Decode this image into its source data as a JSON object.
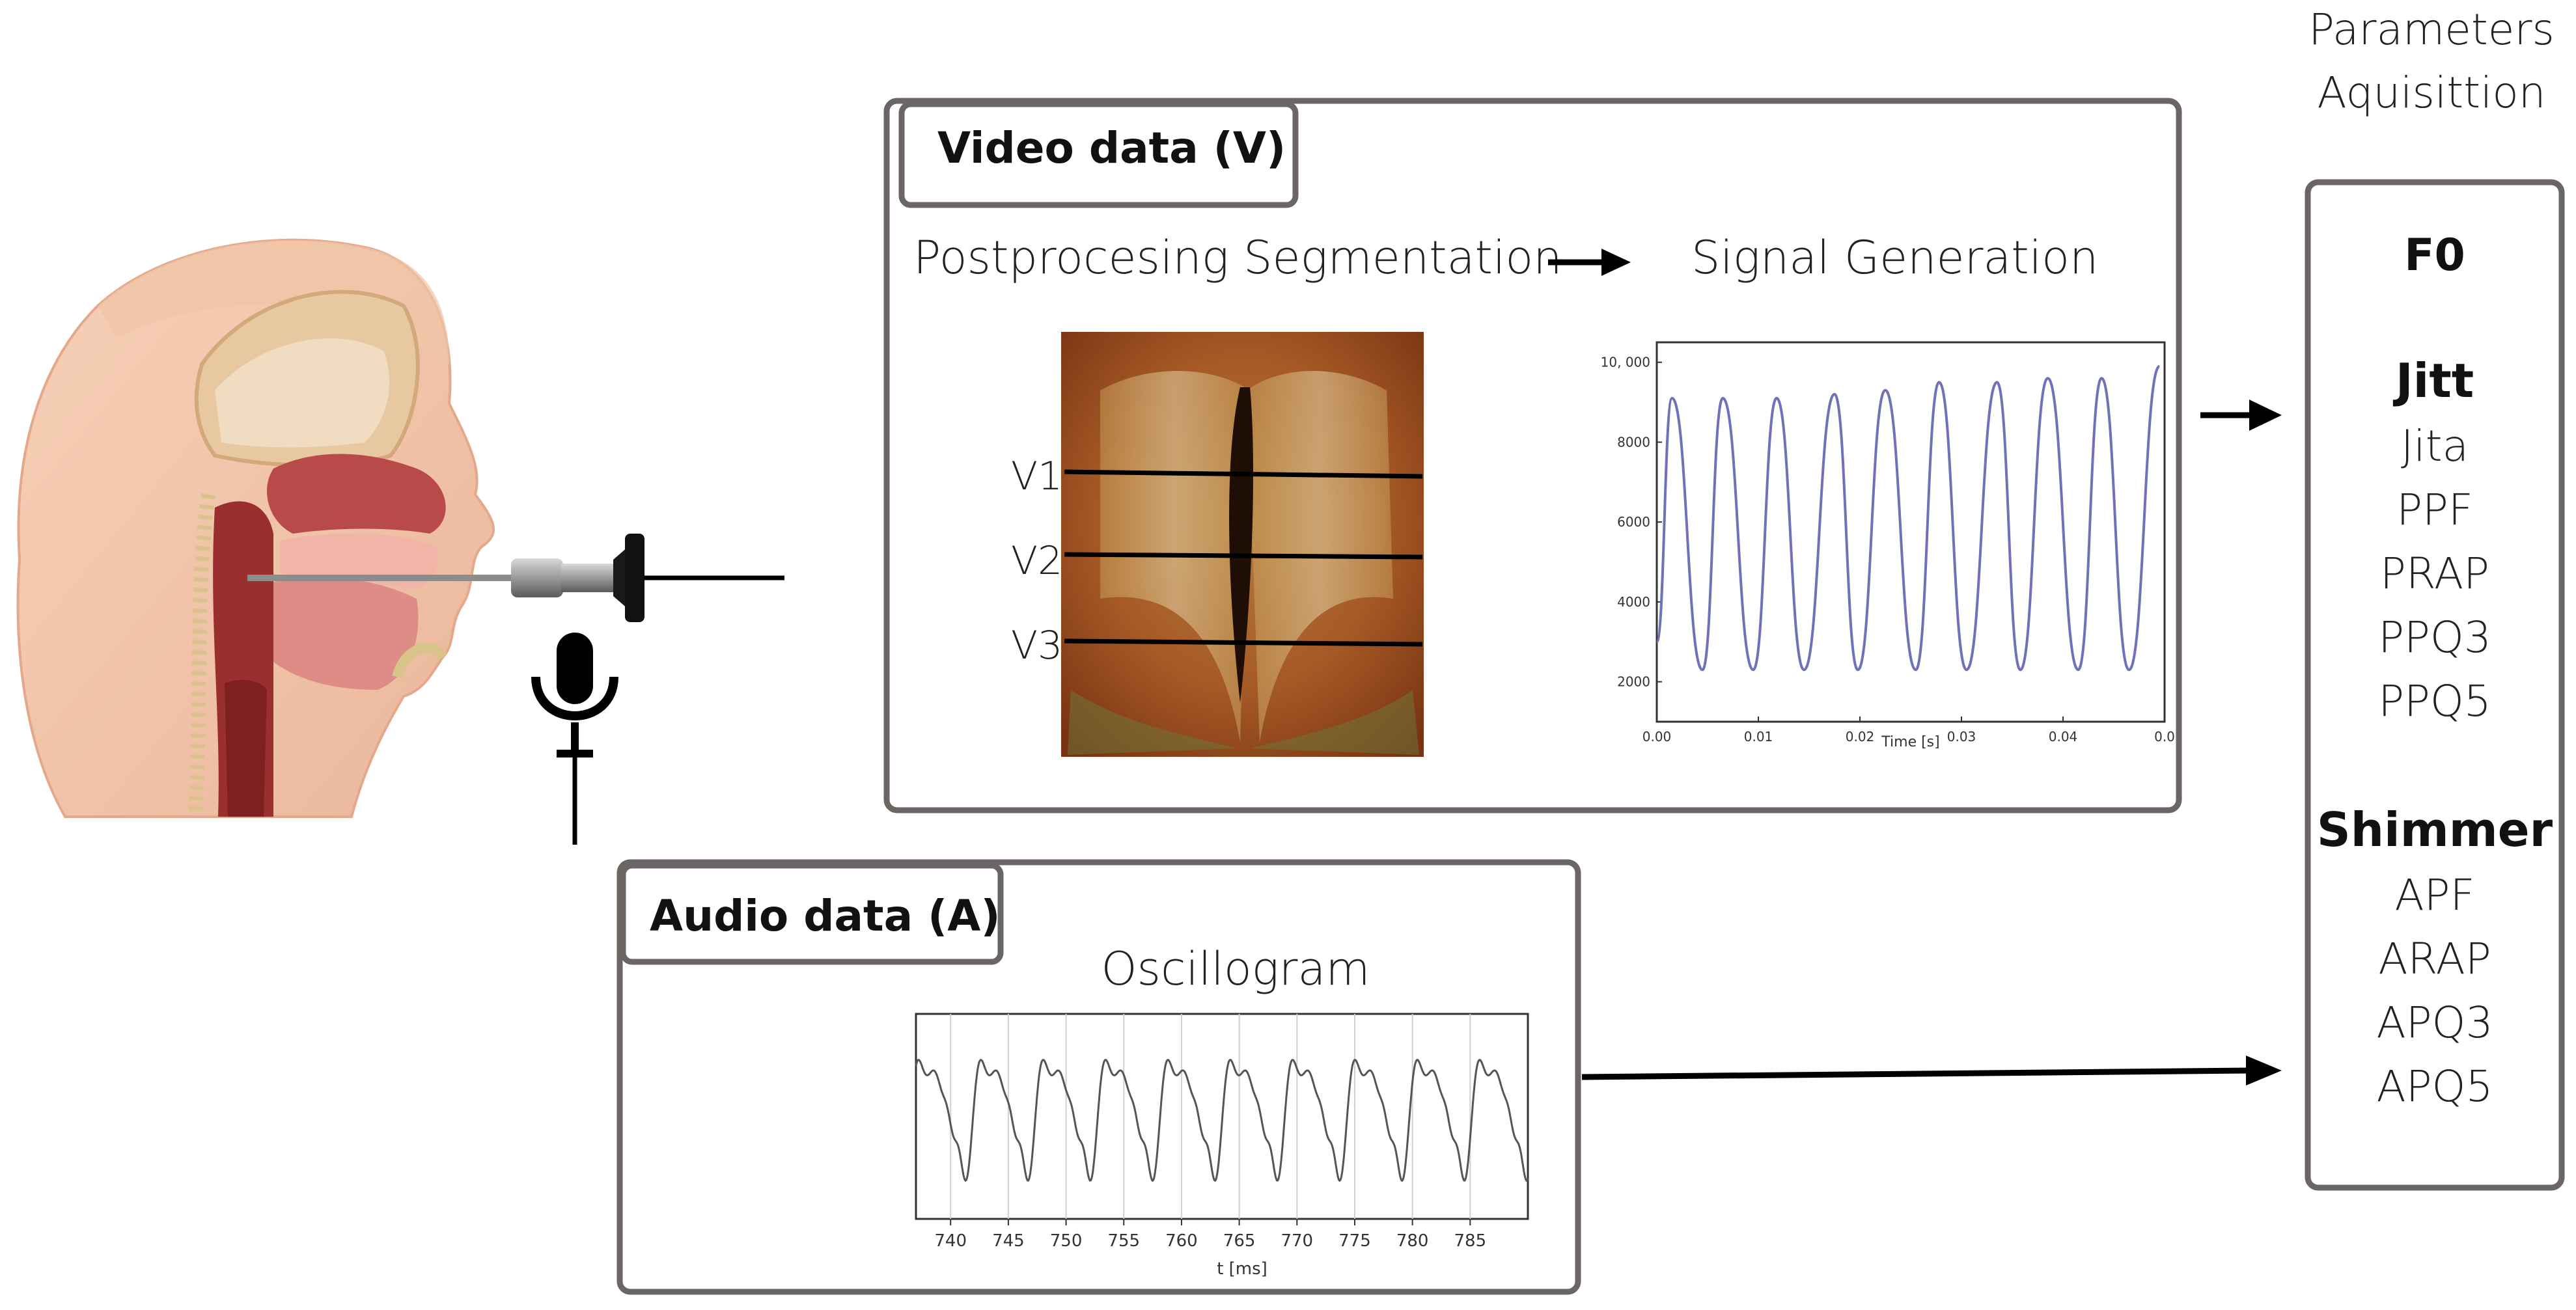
{
  "parameters_header": [
    "Parameters",
    "Aquisittion"
  ],
  "video": {
    "title": "Video data (V)",
    "step1": "Postprocesing Segmentation",
    "step2": "Signal Generation",
    "lines": [
      "V1",
      "V2",
      "V3"
    ]
  },
  "audio": {
    "title": "Audio data (A)",
    "plot_title": "Oscillogram"
  },
  "parameters": {
    "f0": "F0",
    "jitter_heading": "Jitt",
    "jitter": [
      "Jita",
      "PPF",
      "PRAP",
      "PPQ3",
      "PPQ5"
    ],
    "shimmer_heading": "Shimmer",
    "shimmer": [
      "APF",
      "ARAP",
      "APQ3",
      "APQ5"
    ]
  },
  "chart_data": [
    {
      "type": "line",
      "title": "",
      "xlabel": "Time [s]",
      "ylabel": "",
      "xlim": [
        0.0,
        0.05
      ],
      "ylim": [
        1000,
        10500
      ],
      "x_ticks": [
        "0.00",
        "0.01",
        "0.02",
        "0.03",
        "0.04",
        "0.0"
      ],
      "y_ticks": [
        "2000",
        "4000",
        "6000",
        "8000",
        "10, 000"
      ],
      "series": [
        {
          "color": "#6f72b8",
          "x": [
            0.0,
            0.0015,
            0.0045,
            0.0065,
            0.0095,
            0.0118,
            0.0145,
            0.0175,
            0.0198,
            0.0225,
            0.0255,
            0.0278,
            0.0305,
            0.0335,
            0.0358,
            0.0385,
            0.0415,
            0.0438,
            0.0465,
            0.0495
          ],
          "y": [
            3000,
            9100,
            2300,
            9100,
            2300,
            9100,
            2300,
            9200,
            2300,
            9300,
            2300,
            9500,
            2300,
            9500,
            2300,
            9600,
            2300,
            9600,
            2300,
            9900
          ]
        }
      ]
    },
    {
      "type": "line",
      "title": "Oscillogram",
      "xlabel": "t [ms]",
      "ylabel": "",
      "xlim": [
        737,
        790
      ],
      "x_ticks": [
        740,
        745,
        750,
        755,
        760,
        765,
        770,
        775,
        780,
        785
      ],
      "series": [
        {
          "color": "#555555",
          "period_ms": 5.4
        }
      ]
    }
  ]
}
